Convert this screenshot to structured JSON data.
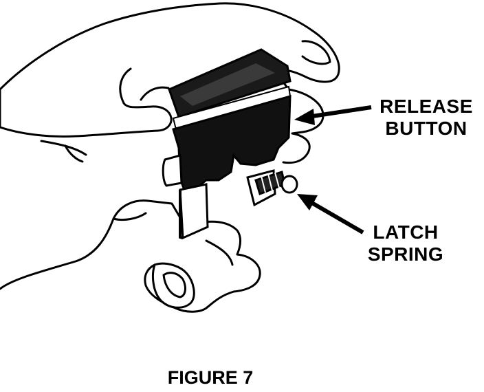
{
  "figure": {
    "caption": "FIGURE 7",
    "callouts": {
      "release_button": {
        "line1": "RELEASE",
        "line2": "BUTTON"
      },
      "latch_spring": {
        "line1": "LATCH",
        "line2": "SPRING"
      }
    }
  },
  "colors": {
    "ink": "#000000",
    "paper": "#ffffff"
  }
}
